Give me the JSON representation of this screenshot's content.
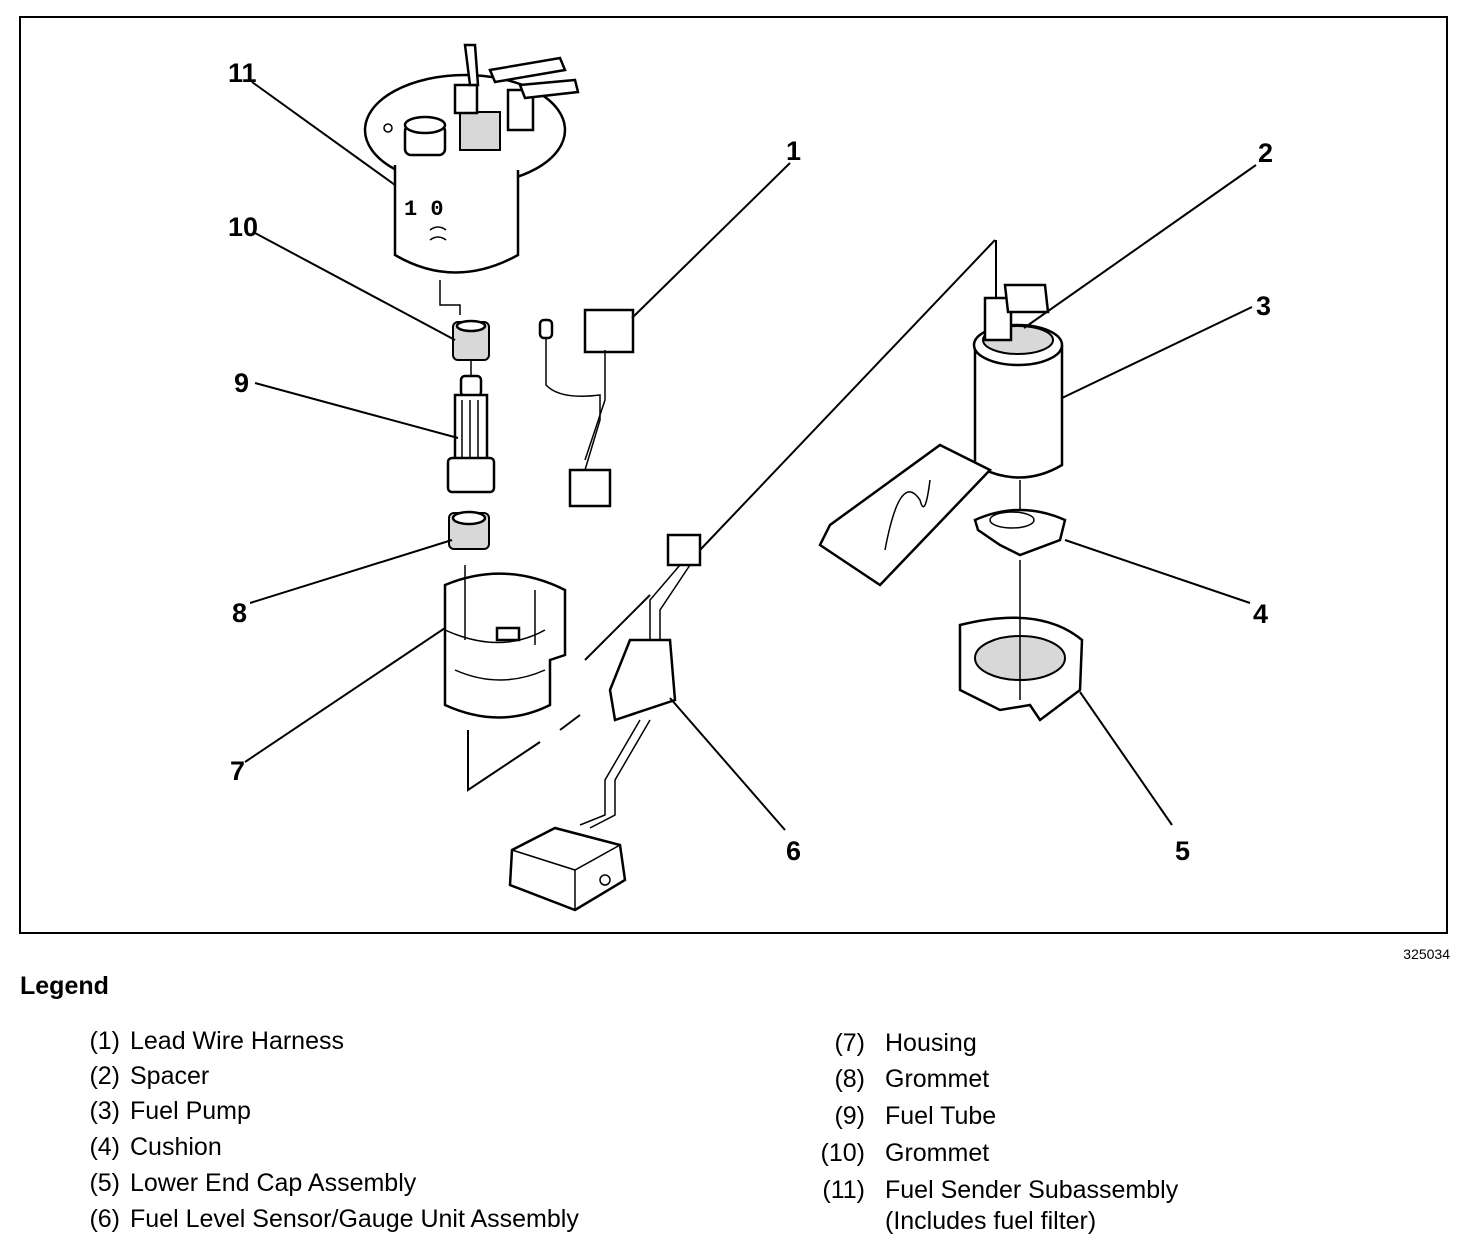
{
  "figure_id": "325034",
  "callouts": [
    "1",
    "2",
    "3",
    "4",
    "5",
    "6",
    "7",
    "8",
    "9",
    "10",
    "11"
  ],
  "part_markings": {
    "sender_label": "1 0"
  },
  "legend": {
    "title": "Legend",
    "left": [
      {
        "num": "(1)",
        "text": "Lead Wire Harness"
      },
      {
        "num": "(2)",
        "text": "Spacer"
      },
      {
        "num": "(3)",
        "text": "Fuel Pump"
      },
      {
        "num": "(4)",
        "text": "Cushion"
      },
      {
        "num": "(5)",
        "text": "Lower End Cap Assembly"
      },
      {
        "num": "(6)",
        "text": "Fuel Level Sensor/Gauge Unit Assembly"
      }
    ],
    "right": [
      {
        "num": "(7)",
        "text": "Housing"
      },
      {
        "num": "(8)",
        "text": "Grommet"
      },
      {
        "num": "(9)",
        "text": "Fuel Tube"
      },
      {
        "num": "(10)",
        "text": "Grommet"
      },
      {
        "num": "(11)",
        "text": "Fuel Sender Subassembly"
      },
      {
        "num": "",
        "text": "(Includes fuel filter)"
      }
    ]
  }
}
